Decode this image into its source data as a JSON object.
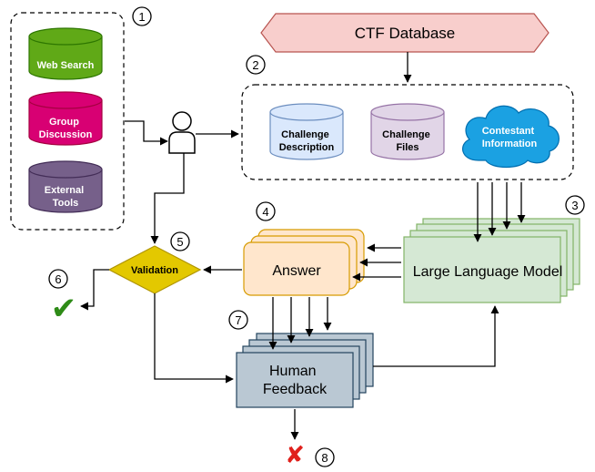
{
  "nodes": {
    "ctf_database": "CTF Database",
    "web_search": "Web Search",
    "group_discussion": [
      "Group",
      "Discussion"
    ],
    "external_tools": [
      "External",
      "Tools"
    ],
    "challenge_description": [
      "Challenge",
      "Description"
    ],
    "challenge_files": [
      "Challenge",
      "Files"
    ],
    "contestant_information": [
      "Contestant",
      "Information"
    ],
    "validation": "Validation",
    "answer": "Answer",
    "llm": "Large Language Model",
    "human_feedback": [
      "Human",
      "Feedback"
    ],
    "success_mark": "✔",
    "failure_mark": "✘"
  },
  "step_numbers": [
    "1",
    "2",
    "3",
    "4",
    "5",
    "6",
    "7",
    "8"
  ],
  "colors": {
    "db_fill": "#f8cecc",
    "db_stroke": "#b85450",
    "web_fill": "#60a917",
    "web_stroke": "#2d7600",
    "group_fill": "#d80073",
    "group_stroke": "#a50040",
    "tools_fill": "#76608a",
    "tools_stroke": "#432d57",
    "blue_fill": "#dae8fc",
    "blue_stroke": "#6c8ebf",
    "files_fill": "#e1d5e7",
    "files_stroke": "#9673a6",
    "cloud_fill": "#1ba1e2",
    "cloud_stroke": "#006eaf",
    "answer_fill": "#ffe6cc",
    "answer_stroke": "#d79b00",
    "llm_fill": "#d5e8d4",
    "llm_stroke": "#82b366",
    "hf_fill": "#bac8d3",
    "hf_stroke": "#23445d",
    "valid_fill": "#e3c800",
    "valid_stroke": "#b09500",
    "check": "#2e8b17",
    "cross": "#e0201b"
  }
}
